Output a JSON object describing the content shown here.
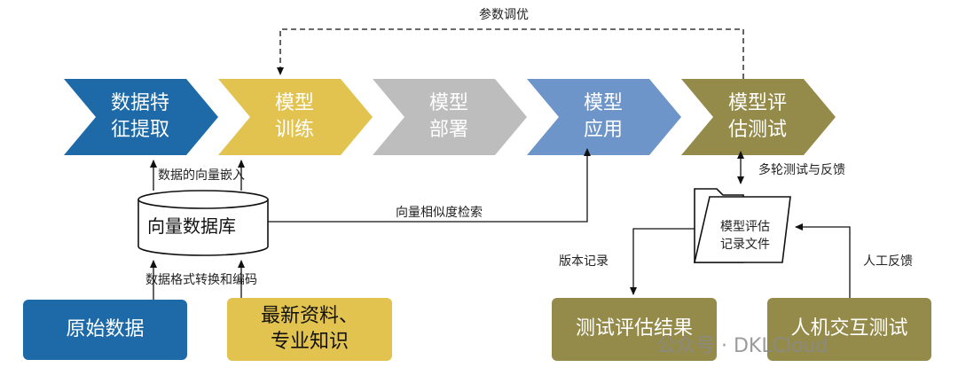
{
  "pipeline": [
    {
      "label": "数据特\n征提取",
      "color": "#1e6aa8"
    },
    {
      "label": "模型\n训练",
      "color": "#e3c34f"
    },
    {
      "label": "模型\n部署",
      "color": "#bdbdbd"
    },
    {
      "label": "模型\n应用",
      "color": "#6e95c9"
    },
    {
      "label": "模型评\n估测试",
      "color": "#948a4a"
    }
  ],
  "top_loop_label": "参数调优",
  "vector_db": {
    "label": "向量数据库"
  },
  "edge_labels": {
    "embedding": "数据的向量嵌入",
    "encoding": "数据格式转换和编码",
    "similarity": "向量相似度检索",
    "multi_round": "多轮测试与反馈",
    "version": "版本记录",
    "human_feedback": "人工反馈"
  },
  "record_file": {
    "label": "模型评估\n记录文件"
  },
  "bottom_boxes": {
    "raw_data": {
      "label": "原始数据",
      "color": "#1e6aa8"
    },
    "latest_info": {
      "label": "最新资料、\n专业知识",
      "color": "#e3c34f"
    },
    "test_results": {
      "label": "测试评估结果",
      "color": "#948a4a"
    },
    "human_test": {
      "label": "人机交互测试",
      "color": "#948a4a"
    }
  },
  "watermark": "公众号 · DKLCloud"
}
